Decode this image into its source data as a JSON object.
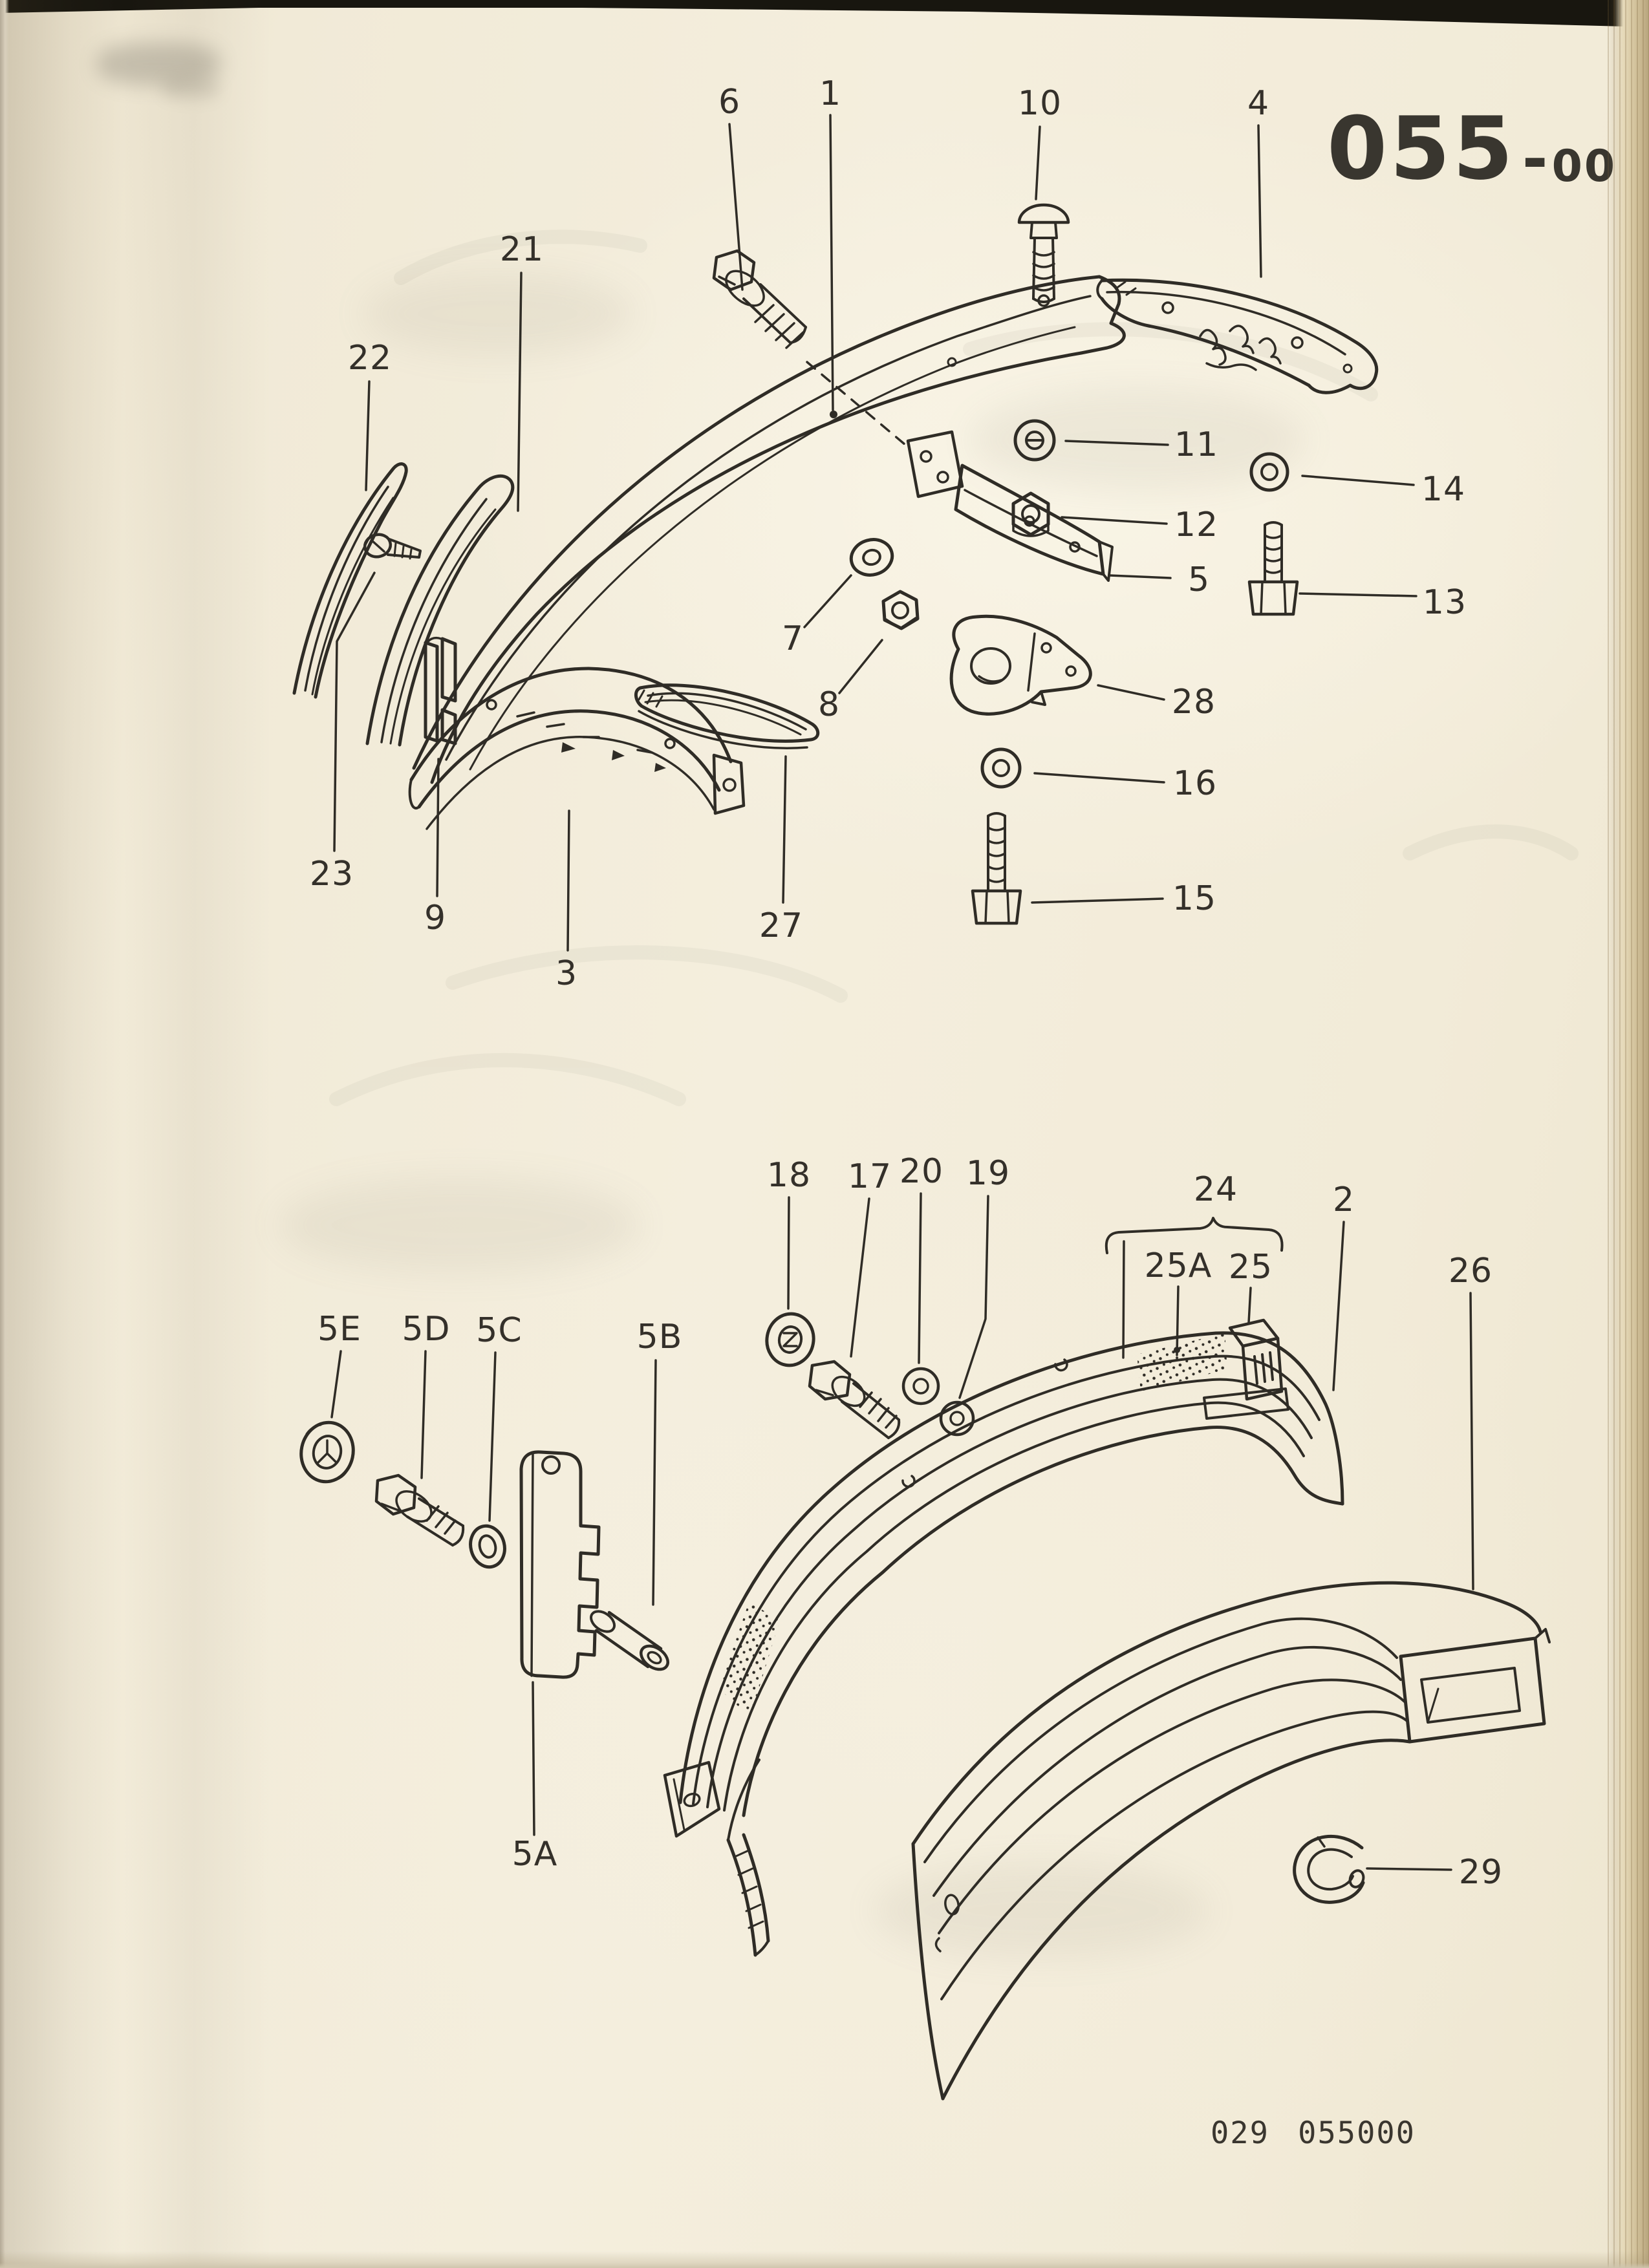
{
  "header": {
    "code": "055",
    "dash": "-",
    "suffix": "00"
  },
  "footer": {
    "code": "029 055000"
  },
  "callouts": {
    "n1": "1",
    "n2": "2",
    "n3": "3",
    "n4": "4",
    "n5": "5",
    "n6": "6",
    "n7": "7",
    "n8": "8",
    "n9": "9",
    "n10": "10",
    "n11": "11",
    "n12": "12",
    "n13": "13",
    "n14": "14",
    "n15": "15",
    "n16": "16",
    "n17": "17",
    "n18": "18",
    "n19": "19",
    "n20": "20",
    "n21": "21",
    "n22": "22",
    "n23": "23",
    "n24": "24",
    "n25": "25",
    "n25a": "25A",
    "n26": "26",
    "n27": "27",
    "n28": "28",
    "n29": "29",
    "n5a": "5A",
    "n5b": "5B",
    "n5c": "5C",
    "n5d": "5D",
    "n5e": "5E"
  }
}
